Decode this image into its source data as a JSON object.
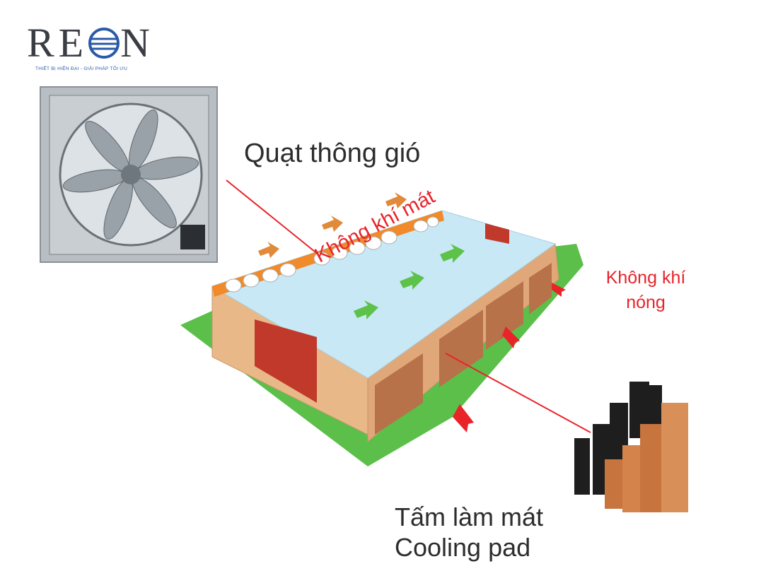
{
  "logo": {
    "text": "RE∅N",
    "brand": "REON",
    "tagline": "THIẾT BỊ HIỆN ĐẠI - GIẢI PHÁP TỐI ƯU",
    "colors": {
      "text": "#3a3d44",
      "accent": "#2a5aa8"
    }
  },
  "labels": {
    "fan": "Quạt thông gió",
    "cool_air": "Không khí mát",
    "hot_air_line1": "Không khí",
    "hot_air_line2": "nóng",
    "pad_line1": "Tấm làm mát",
    "pad_line2": "Cooling pad"
  },
  "colors": {
    "ground": "#5cbf4a",
    "wall": "#e8b888",
    "roof": "#c8e8f5",
    "door": "#c0392b",
    "roof_edge": "#f08a2a",
    "arrow_green": "#5cc24a",
    "arrow_red": "#e8232a",
    "pad": "#c8743e"
  }
}
